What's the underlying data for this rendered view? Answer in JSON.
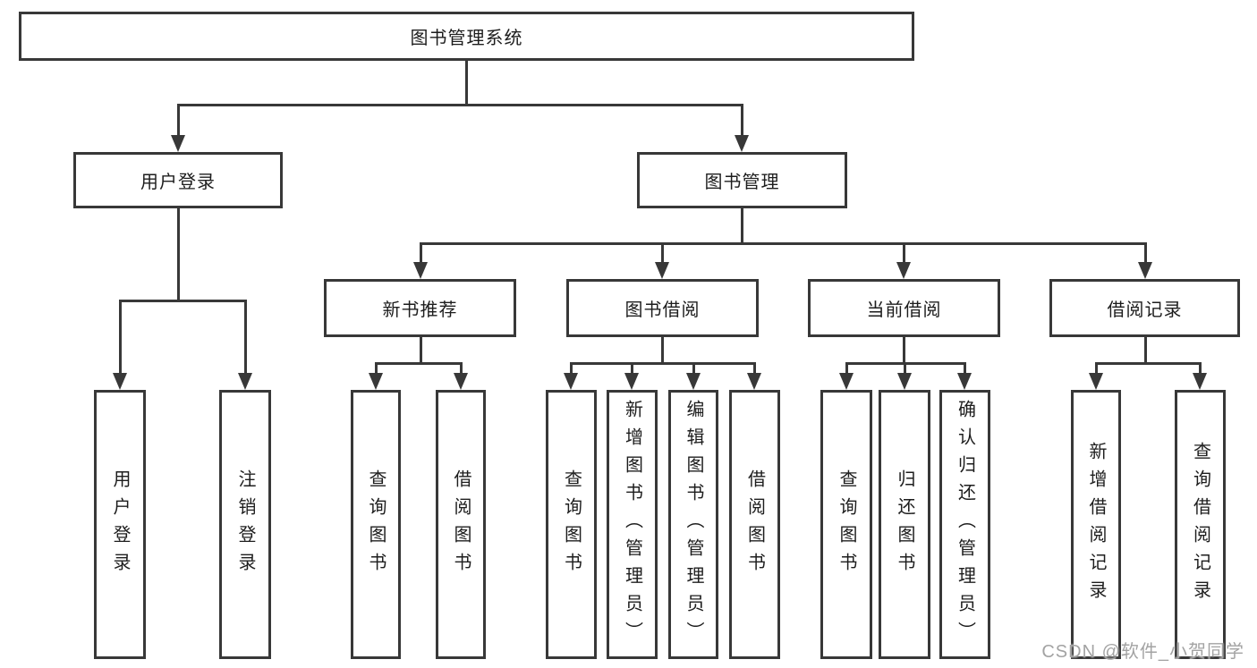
{
  "tree": {
    "label": "图书管理系统",
    "children": [
      {
        "label": "用户登录",
        "children": [
          {
            "label": "用户登录"
          },
          {
            "label": "注销登录"
          }
        ]
      },
      {
        "label": "图书管理",
        "children": [
          {
            "label": "新书推荐",
            "children": [
              {
                "label": "查询图书"
              },
              {
                "label": "借阅图书"
              }
            ]
          },
          {
            "label": "图书借阅",
            "children": [
              {
                "label": "查询图书"
              },
              {
                "label": "新增图书（管理员）"
              },
              {
                "label": "编辑图书（管理员）"
              },
              {
                "label": "借阅图书"
              }
            ]
          },
          {
            "label": "当前借阅",
            "children": [
              {
                "label": "查询图书"
              },
              {
                "label": "归还图书"
              },
              {
                "label": "确认归还（管理员）"
              }
            ]
          },
          {
            "label": "借阅记录",
            "children": [
              {
                "label": "新增借阅记录"
              },
              {
                "label": "查询借阅记录"
              }
            ]
          }
        ]
      }
    ]
  },
  "watermark": "CSDN @软件_小贺同学",
  "colors": {
    "line": "#383838",
    "text": "#1d1d1d",
    "watermark": "#a3a3a3",
    "background": "#ffffff"
  }
}
